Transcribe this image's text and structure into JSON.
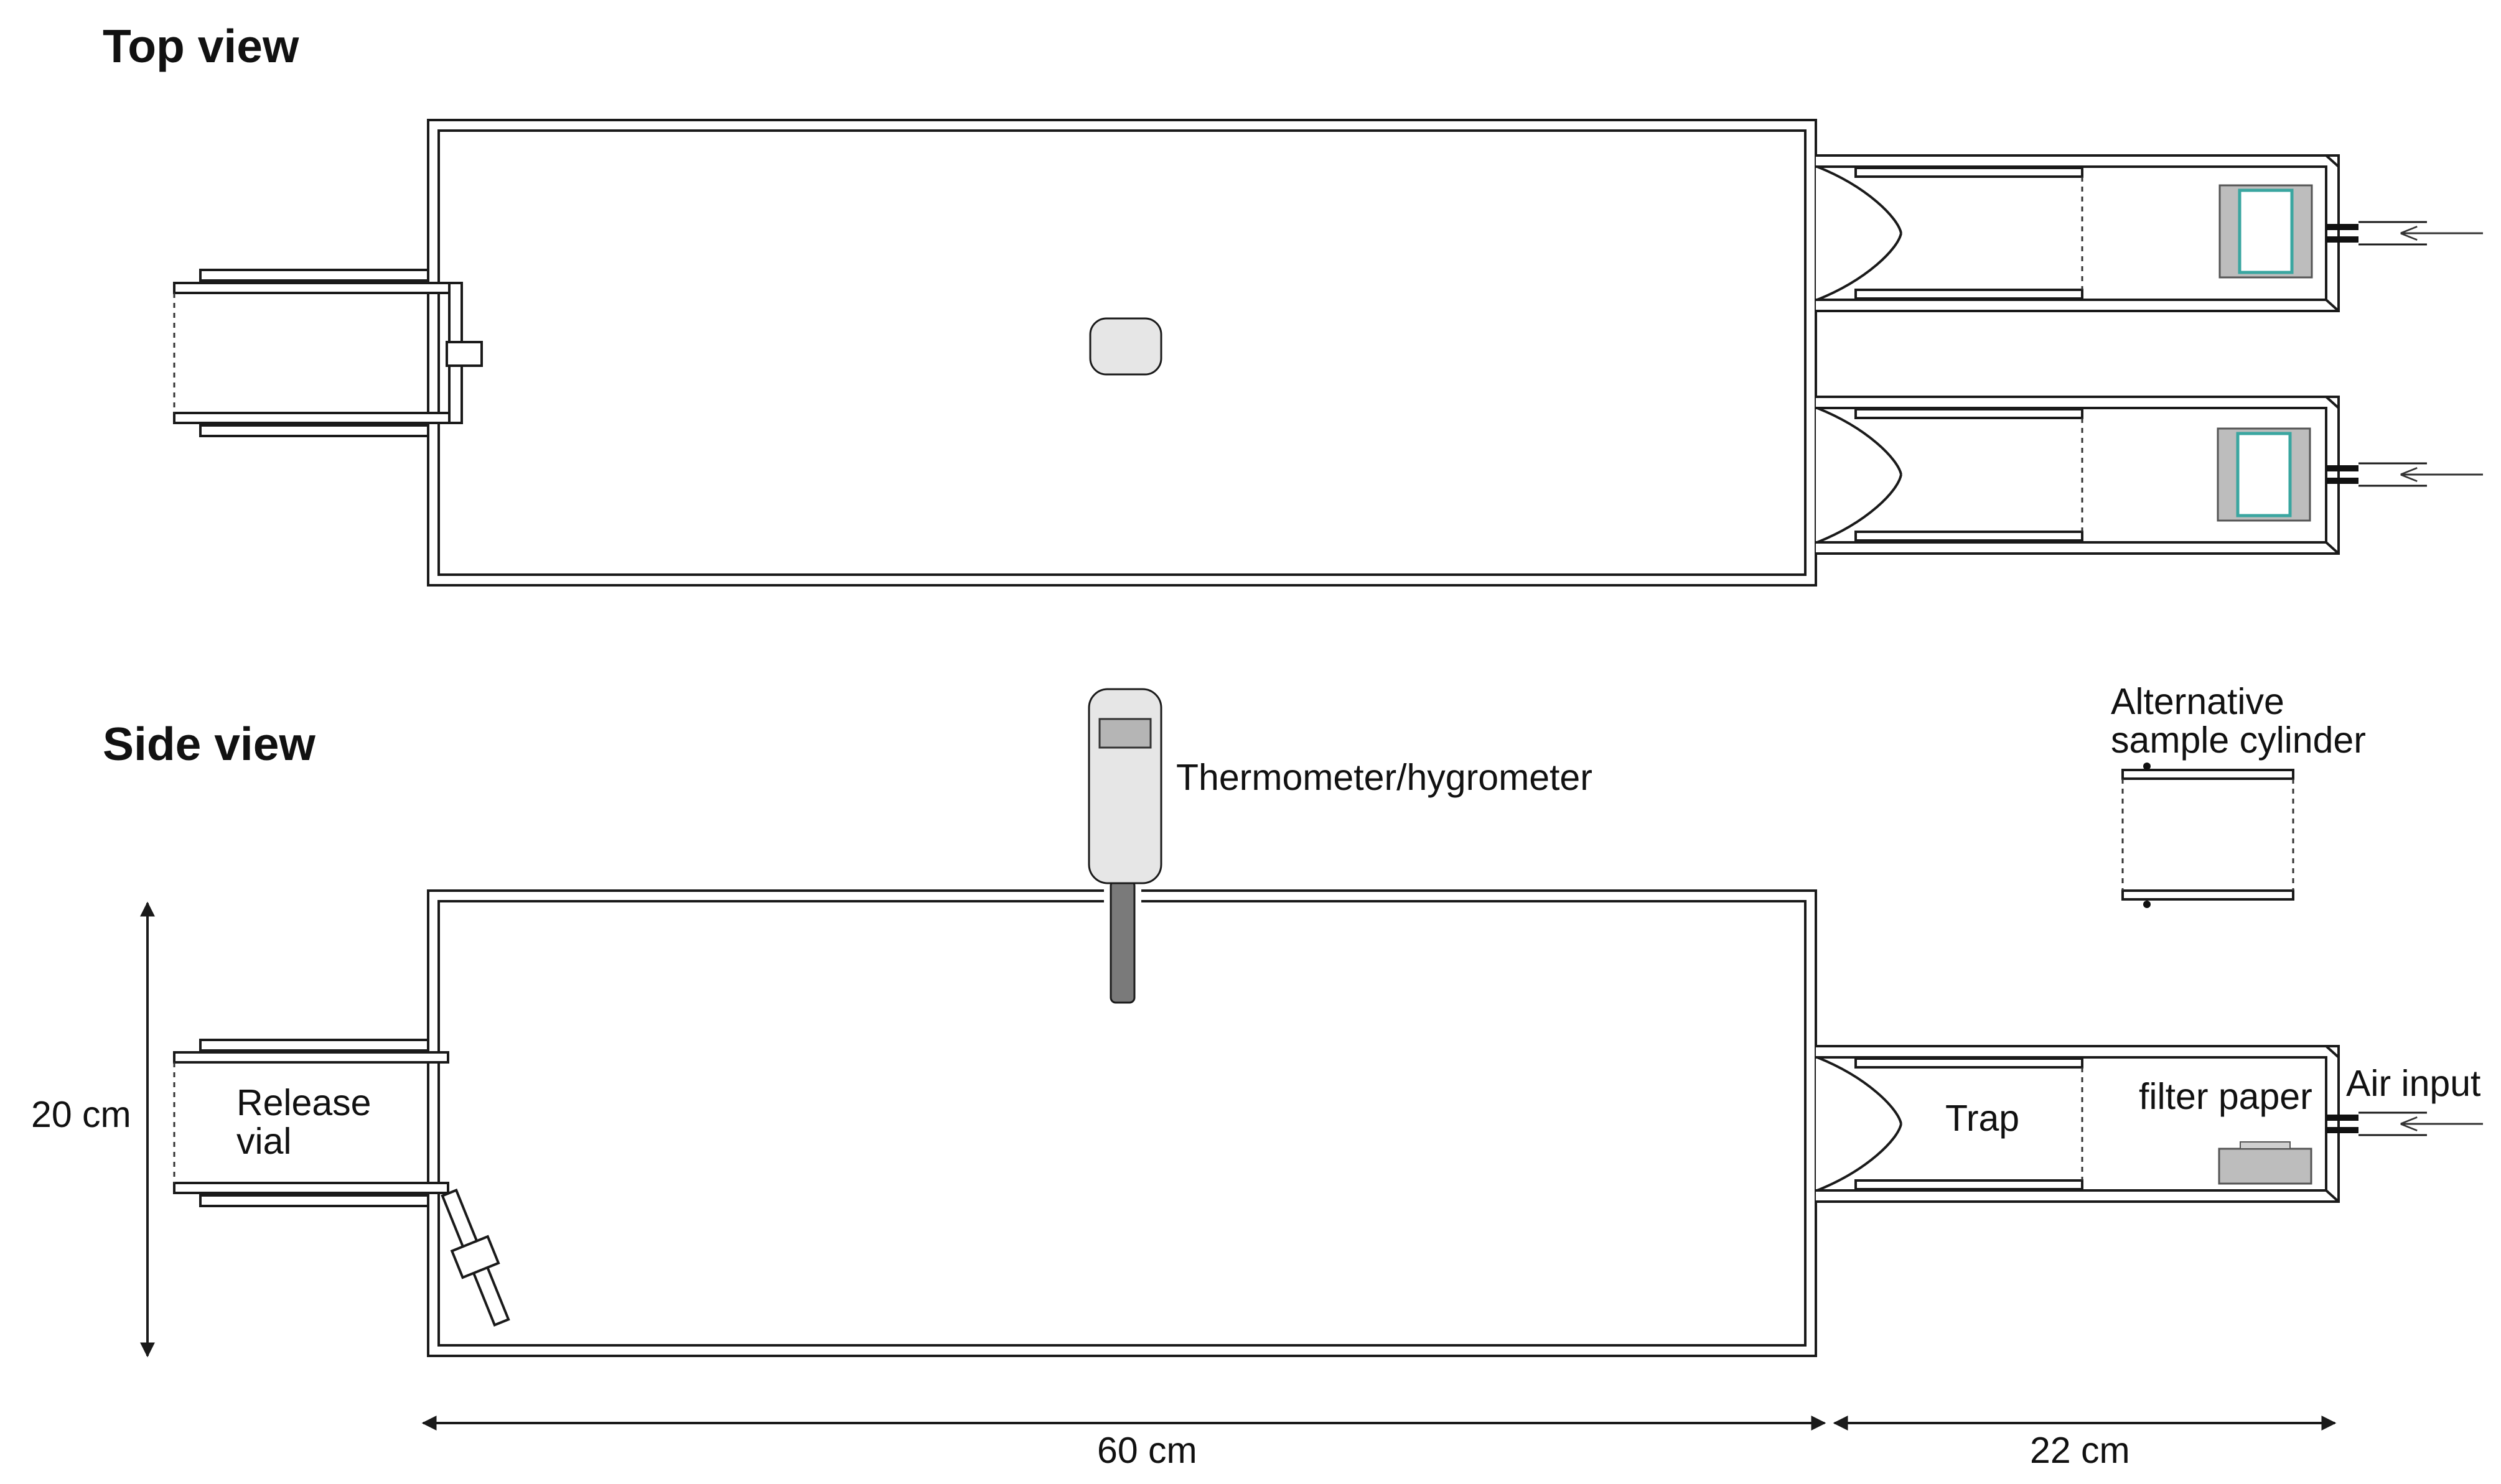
{
  "headings": {
    "top_view": "Top view",
    "side_view": "Side view"
  },
  "labels": {
    "thermometer": "Thermometer/hygrometer",
    "alt_cylinder_line1": "Alternative",
    "alt_cylinder_line2": "sample cylinder",
    "release_line1": "Release",
    "release_line2": "vial",
    "trap": "Trap",
    "filter_paper": "filter paper",
    "air_input": "Air input"
  },
  "dimensions": {
    "height": "20 cm",
    "main_length": "60 cm",
    "trap_length": "22 cm"
  },
  "colors": {
    "line": "#1a1a1a",
    "device_body": "#e6e6e6",
    "device_screen": "#b5b5b5",
    "probe": "#7a7a7a",
    "filter_holder": "#bdbdbd",
    "filter_paper": "#3aa6a0"
  }
}
